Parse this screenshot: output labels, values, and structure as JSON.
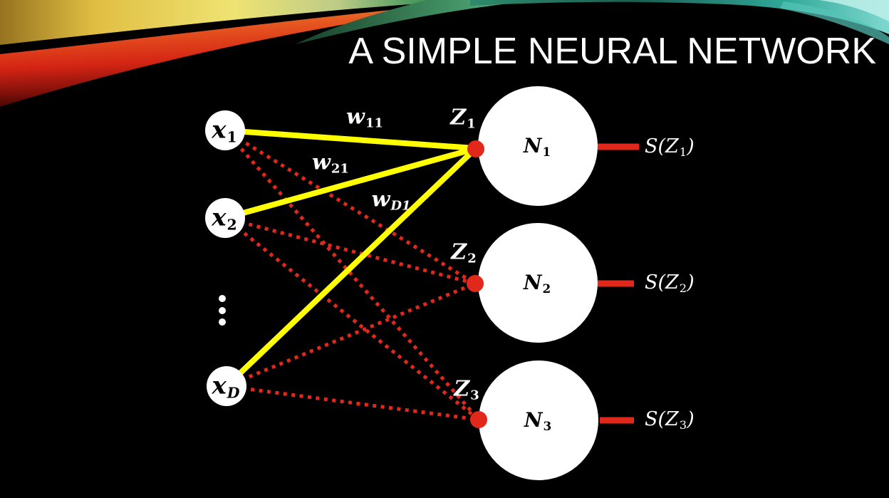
{
  "slide": {
    "title": "A SIMPLE NEURAL NETWORK"
  },
  "colors": {
    "background": "#000000",
    "text": "#ffffff",
    "connection_strong": "#ffff00",
    "connection_weak": "#e2281a",
    "node_fill": "#ffffff",
    "junction_dot": "#e2281a",
    "output_stub": "#e2281a"
  },
  "diagram": {
    "inputs": [
      {
        "base": "x",
        "sub": "1"
      },
      {
        "base": "x",
        "sub": "2"
      },
      {
        "base": "x",
        "sub": "D"
      }
    ],
    "weights": [
      {
        "base": "w",
        "sub": "11"
      },
      {
        "base": "w",
        "sub": "21"
      },
      {
        "base": "w",
        "sub": "D1"
      }
    ],
    "junctions": [
      {
        "base": "Z",
        "sub": "1"
      },
      {
        "base": "Z",
        "sub": "2"
      },
      {
        "base": "Z",
        "sub": "3"
      }
    ],
    "neurons": [
      {
        "base": "N",
        "sub": "1"
      },
      {
        "base": "N",
        "sub": "2"
      },
      {
        "base": "N",
        "sub": "3"
      }
    ],
    "outputs": [
      {
        "pre": "S(Z",
        "sub": "1",
        "post": ")"
      },
      {
        "pre": "S(Z",
        "sub": "2",
        "post": ")"
      },
      {
        "pre": "S(Z",
        "sub": "3",
        "post": ")"
      }
    ]
  }
}
